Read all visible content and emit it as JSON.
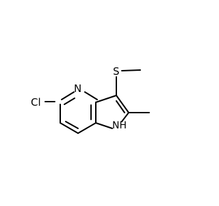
{
  "molecule": {
    "atoms": {
      "chlorine": "Cl",
      "pyridine_nitrogen": "N",
      "sulfur": "S",
      "pyrrole_nitrogen": "NH"
    }
  },
  "colors": {
    "bond": "#000000",
    "label": "#000000",
    "background": "#ffffff"
  }
}
